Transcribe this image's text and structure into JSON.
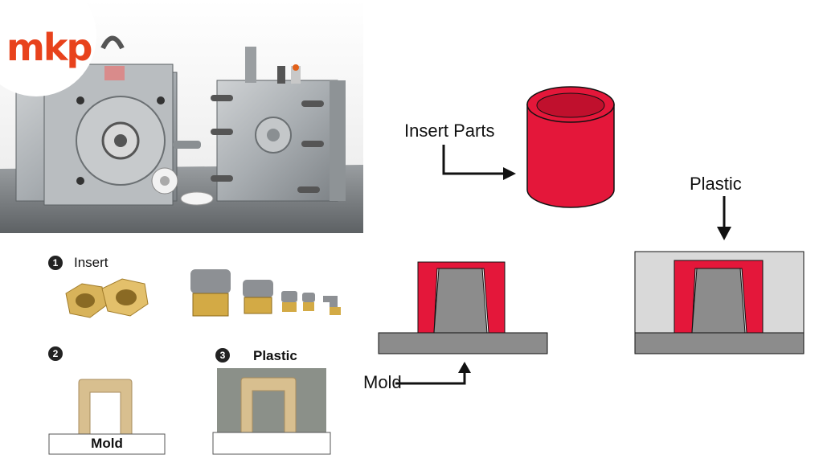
{
  "brand": {
    "logo_text": "mkp",
    "color": "#e8421c"
  },
  "photo": {
    "description_icon": "injection-mold-photo"
  },
  "diagram": {
    "insert_parts_label": "Insert Parts",
    "mold_label": "Mold",
    "plastic_label": "Plastic",
    "colors": {
      "insert": "#e4173a",
      "mold": "#8c8c8c",
      "plastic": "#d9d9d9"
    }
  },
  "steps": {
    "step1": {
      "number": "1",
      "label": "Insert"
    },
    "step2": {
      "number": "2",
      "base_label": "Mold"
    },
    "step3": {
      "number": "3",
      "label": "Plastic"
    }
  }
}
